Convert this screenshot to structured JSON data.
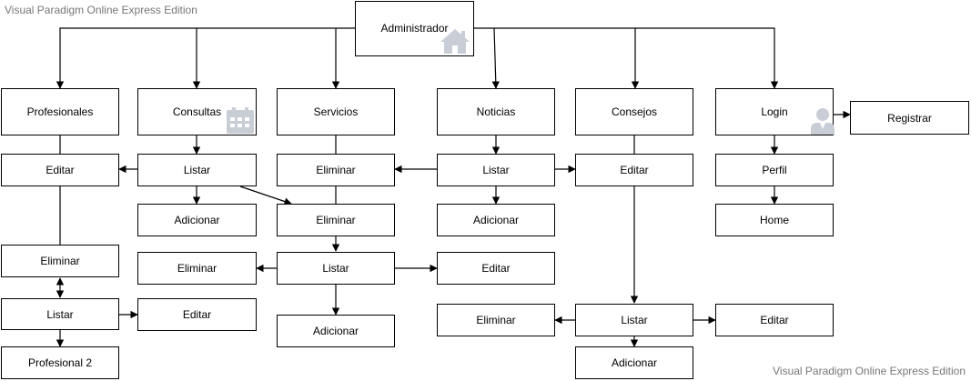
{
  "watermark": {
    "text": "Visual Paradigm Online Express Edition"
  },
  "nodes": {
    "administrador": "Administrador",
    "profesionales": "Profesionales",
    "consultas": "Consultas",
    "servicios": "Servicios",
    "noticias": "Noticias",
    "consejos": "Consejos",
    "login": "Login",
    "registrar": "Registrar",
    "prof_editar": "Editar",
    "prof_eliminar": "Eliminar",
    "prof_listar": "Listar",
    "prof_profesional2": "Profesional 2",
    "cons_listar": "Listar",
    "cons_adicionar": "Adicionar",
    "cons_editar": "Editar",
    "cons_eliminar": "Eliminar",
    "serv_eliminar": "Eliminar",
    "serv_eliminar2": "Eliminar",
    "serv_listar": "Listar",
    "serv_adicionar": "Adicionar",
    "not_listar": "Listar",
    "not_adicionar": "Adicionar",
    "not_editar": "Editar",
    "not_eliminar": "Eliminar",
    "consejos_editar": "Editar",
    "consejos_listar": "Listar",
    "consejos_editar2": "Editar",
    "consejos_adicionar": "Adicionar",
    "login_perfil": "Perfil",
    "login_home": "Home"
  },
  "icons": {
    "administrador": "home-icon",
    "consultas": "calendar-icon",
    "login": "user-icon"
  },
  "colors": {
    "icon": "#c8cdd6",
    "line": "#000000"
  }
}
